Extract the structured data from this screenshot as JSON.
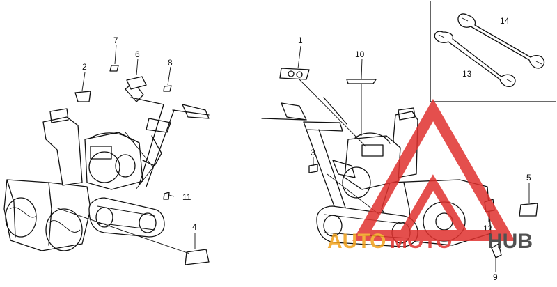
{
  "callouts": {
    "c1": "1",
    "c2": "2",
    "c3": "3",
    "c4": "4",
    "c5": "5",
    "c6": "6",
    "c7": "7",
    "c8": "8",
    "c9": "9",
    "c10": "10",
    "c11": "11",
    "c12": "12",
    "c13": "13",
    "c14": "14"
  },
  "watermark": {
    "text_part1": "AUTO",
    "text_part2": "MOTO",
    "text_part3": "HUB",
    "color_red": "#e0312e",
    "color_orange": "#f2a21b",
    "color_dark": "#333333"
  }
}
